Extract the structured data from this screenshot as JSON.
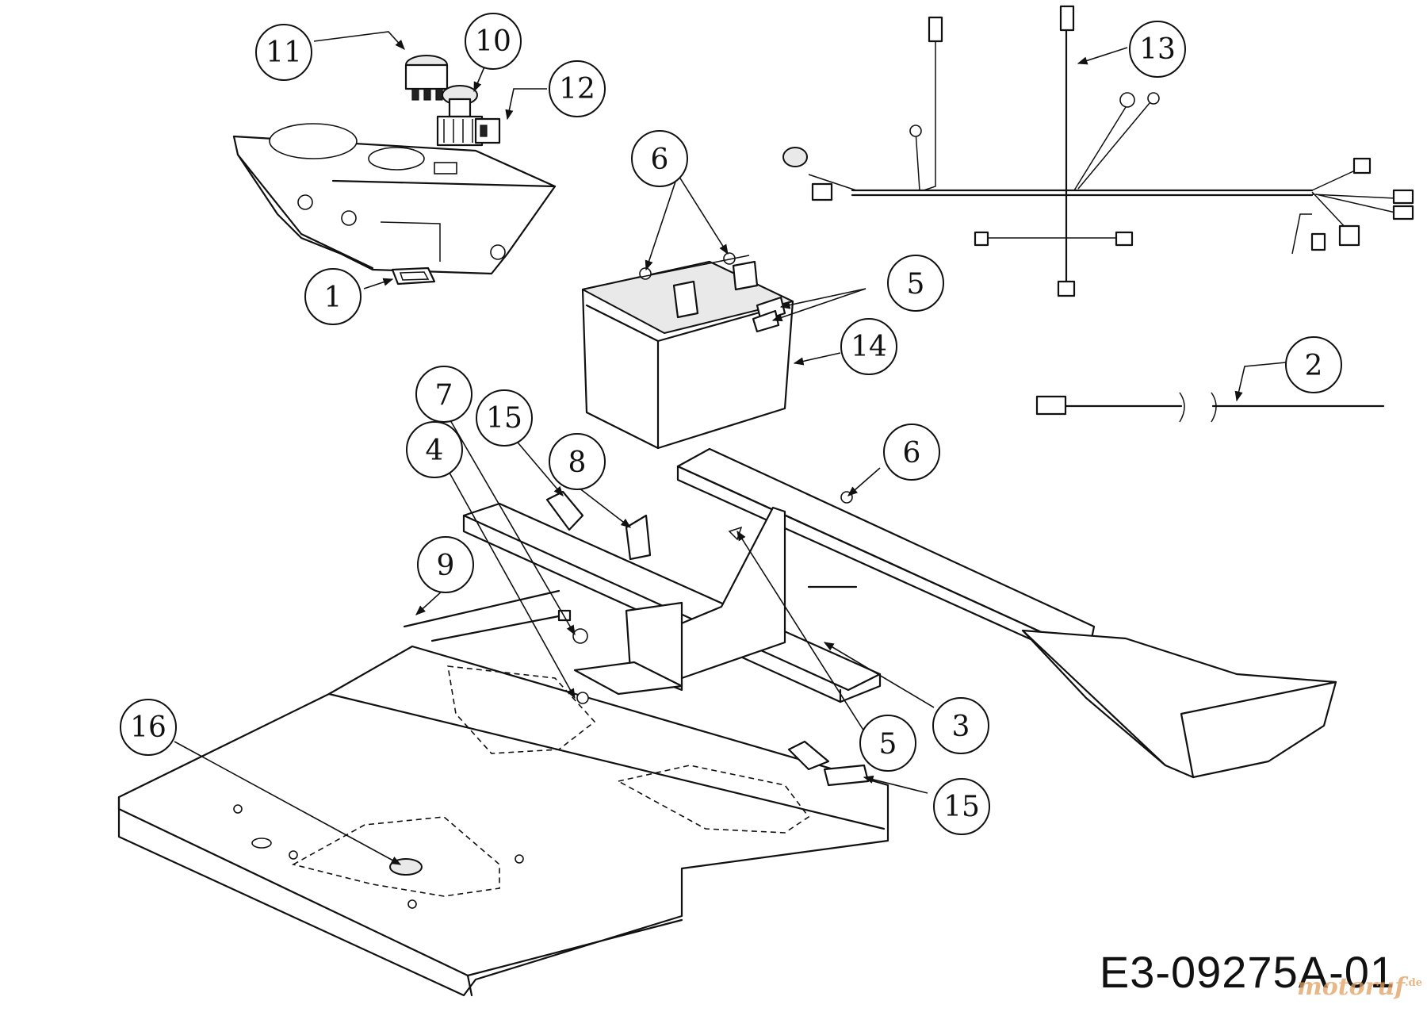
{
  "diagram": {
    "drawing_id": "E3-09275A-01",
    "watermark": "motoruf",
    "watermark_suffix": ".de",
    "callouts": {
      "c1": "1",
      "c2": "2",
      "c3": "3",
      "c4": "4",
      "c5a": "5",
      "c5b": "5",
      "c6a": "6",
      "c6b": "6",
      "c7": "7",
      "c8": "8",
      "c9": "9",
      "c10": "10",
      "c11": "11",
      "c12": "12",
      "c13": "13",
      "c14": "14",
      "c15a": "15",
      "c15b": "15",
      "c16": "16"
    }
  }
}
